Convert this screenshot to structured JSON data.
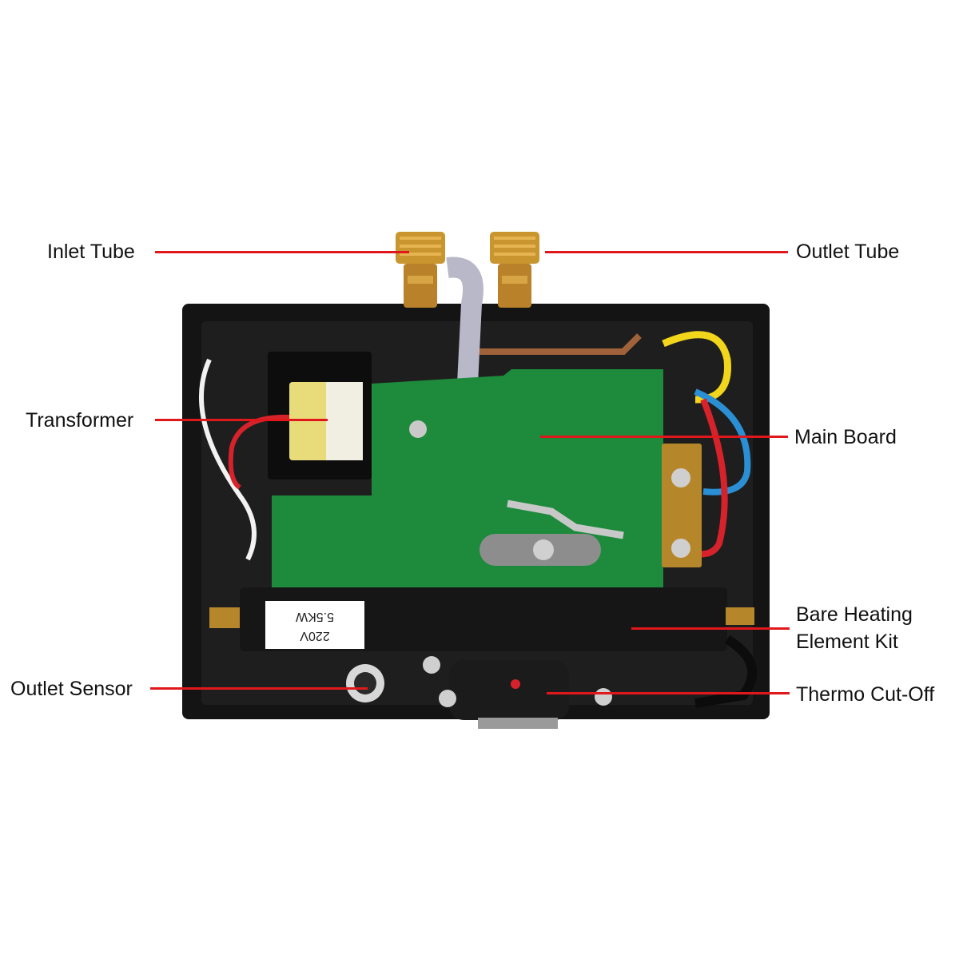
{
  "labels": {
    "inlet_tube": "Inlet Tube",
    "outlet_tube": "Outlet Tube",
    "transformer": "Transformer",
    "main_board": "Main Board",
    "heating_element_line1": "Bare Heating",
    "heating_element_line2": "Element Kit",
    "outlet_sensor": "Outlet Sensor",
    "thermo_cutoff": "Thermo Cut-Off"
  },
  "element_sticker": {
    "line1": "5.5KW",
    "line2": "220V"
  },
  "colors": {
    "leader_line": "#e0181b",
    "housing": "#141414",
    "pcb": "#1d8a3c",
    "brass": "#c9952e",
    "transformer_core": "#e8dc7a"
  }
}
